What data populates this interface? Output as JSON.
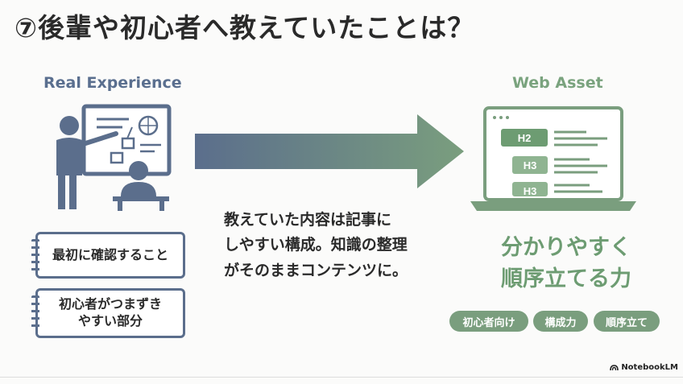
{
  "slide": {
    "title": "⑦後輩や初心者へ教えていたことは？",
    "left_heading": "Real Experience",
    "right_heading": "Web Asset",
    "cards": [
      "最初に確認すること",
      "初心者がつまずき\nやすい部分"
    ],
    "center_lines": [
      "教えていた内容は記事に",
      "しやすい構成。知識の整理",
      "がそのままコンテンツに。"
    ],
    "skill_lines": [
      "分かりやすく",
      "順序立てる力"
    ],
    "tags": [
      "初心者向け",
      "構成力",
      "順序立て"
    ],
    "laptop_labels": [
      "H2",
      "H3",
      "H3"
    ],
    "brand": "NotebookLM"
  },
  "colors": {
    "navy": "#5b6e8c",
    "green": "#7a9e7e",
    "skill_green": "#6d9c72"
  },
  "icons": [
    "teacher-at-whiteboard-icon",
    "student-icon",
    "gradient-arrow-icon",
    "laptop-icon",
    "notebook-lm-logo-icon"
  ]
}
